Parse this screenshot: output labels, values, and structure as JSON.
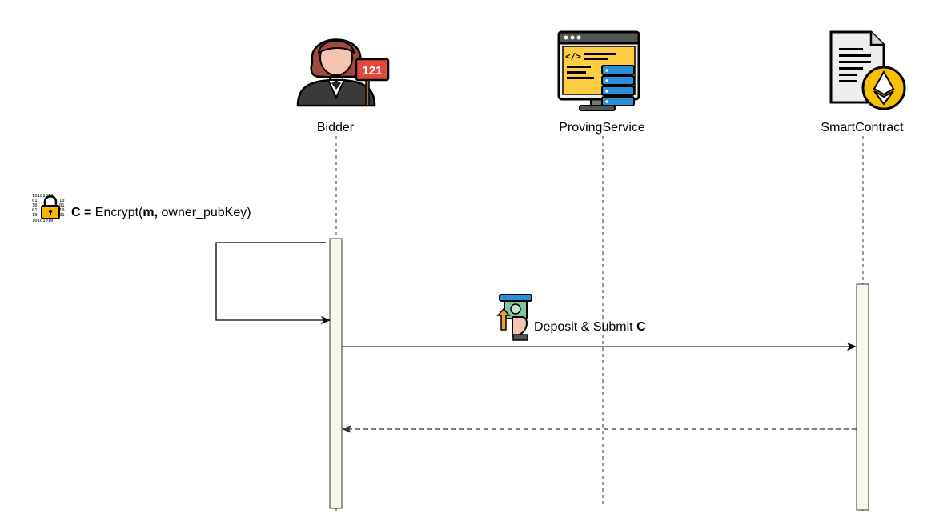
{
  "participants": [
    {
      "id": "bidder",
      "label": "Bidder",
      "icon": "bidder-icon"
    },
    {
      "id": "proving",
      "label": "ProvingService",
      "icon": "code-server-icon"
    },
    {
      "id": "contract",
      "label": "SmartContract",
      "icon": "ethereum-contract-icon"
    }
  ],
  "bidder_auction_sign": "121",
  "self_message": {
    "icon": "binary-lock-icon",
    "c": "C",
    "eq": " = ",
    "fn": "Encrypt(",
    "m": "m,",
    "rest": " owner_pubKey)"
  },
  "deposit_message": {
    "icon": "atm-deposit-icon",
    "text": "Deposit & Submit ",
    "c": "C"
  },
  "colors": {
    "activation_fill": "#f9f7ed",
    "line": "#333333",
    "lock": "#f5b700",
    "code_screen": "#ffcc44",
    "server_blue": "#2a8fd8",
    "ether": "#f6c000",
    "cash": "#7ec8a0"
  }
}
